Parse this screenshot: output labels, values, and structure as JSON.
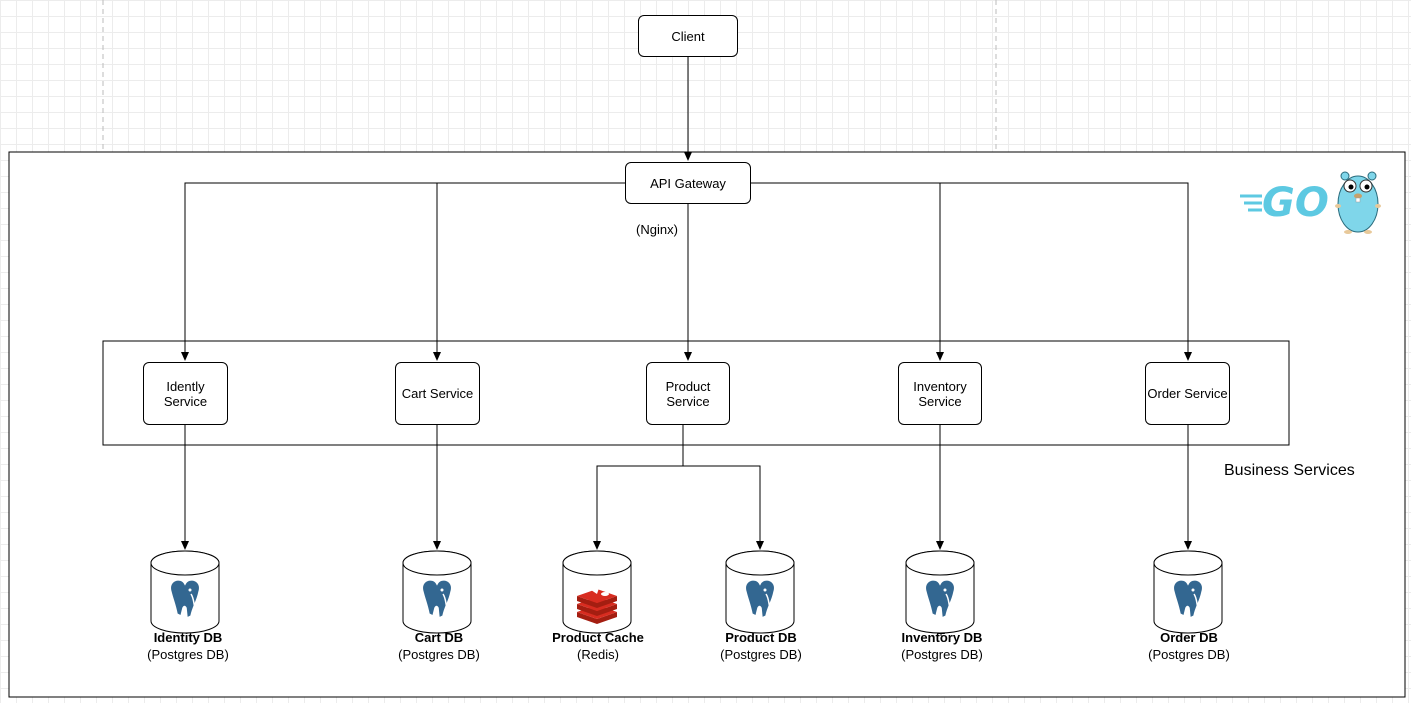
{
  "client": "Client",
  "gateway": {
    "label": "API Gateway",
    "sub": "(Nginx)"
  },
  "group_label": "Business Services",
  "logo_text": "GO",
  "services": [
    {
      "id": "identity",
      "label": "Idently\nService"
    },
    {
      "id": "cart",
      "label": "Cart Service"
    },
    {
      "id": "product",
      "label": "Product\nService"
    },
    {
      "id": "inventory",
      "label": "Inventory\nService"
    },
    {
      "id": "order",
      "label": "Order Service"
    }
  ],
  "databases": [
    {
      "id": "identity-db",
      "name": "Identity DB",
      "type": "(Postgres DB)",
      "icon": "postgres-elephant-icon"
    },
    {
      "id": "cart-db",
      "name": "Cart DB",
      "type": "(Postgres DB)",
      "icon": "postgres-elephant-icon"
    },
    {
      "id": "product-cache",
      "name": "Product Cache",
      "type": "(Redis)",
      "icon": "redis-icon"
    },
    {
      "id": "product-db",
      "name": "Product DB",
      "type": "(Postgres DB)",
      "icon": "postgres-elephant-icon"
    },
    {
      "id": "inventory-db",
      "name": "Inventory DB",
      "type": "(Postgres DB)",
      "icon": "postgres-elephant-icon"
    },
    {
      "id": "order-db",
      "name": "Order DB",
      "type": "(Postgres DB)",
      "icon": "postgres-elephant-icon"
    }
  ],
  "colors": {
    "postgres": "#336791",
    "redis": "#d82c20",
    "go": "#5dc9e2"
  }
}
